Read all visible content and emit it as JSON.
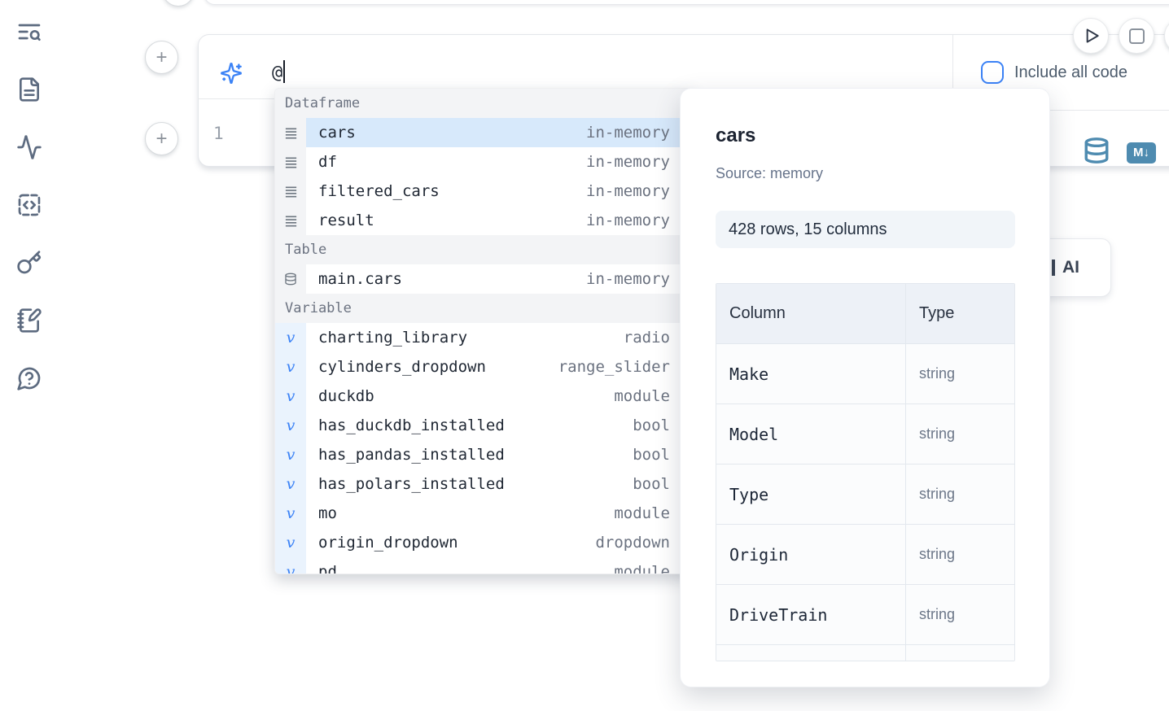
{
  "sidebar": {
    "icons": [
      "text-search-icon",
      "file-text-icon",
      "activity-icon",
      "code-square-icon",
      "key-icon",
      "notebook-pen-icon",
      "help-chat-icon"
    ]
  },
  "run_controls": {
    "icons": [
      "play-icon",
      "stop-icon"
    ]
  },
  "add_cell": {
    "plus_label": "+"
  },
  "ai_panel": {
    "prompt_value": "@",
    "include_all_code_label": "Include all code",
    "include_all_code_checked": false
  },
  "editor": {
    "line_number": "1"
  },
  "cell_actions": {
    "icons": [
      "database-icon",
      "markdown-icon"
    ],
    "markdown_badge": "M↓"
  },
  "ai_button": {
    "visible_label": "AI"
  },
  "completion_menu": {
    "sections": [
      {
        "label": "Dataframe",
        "icon": "dataframe-lines-icon",
        "items": [
          {
            "name": "cars",
            "detail": "in-memory",
            "selected": true
          },
          {
            "name": "df",
            "detail": "in-memory"
          },
          {
            "name": "filtered_cars",
            "detail": "in-memory"
          },
          {
            "name": "result",
            "detail": "in-memory"
          }
        ]
      },
      {
        "label": "Table",
        "icon": "database-icon",
        "items": [
          {
            "name": "main.cars",
            "detail": "in-memory"
          }
        ]
      },
      {
        "label": "Variable",
        "icon": "variable-icon",
        "items": [
          {
            "name": "charting_library",
            "detail": "radio"
          },
          {
            "name": "cylinders_dropdown",
            "detail": "range_slider"
          },
          {
            "name": "duckdb",
            "detail": "module"
          },
          {
            "name": "has_duckdb_installed",
            "detail": "bool"
          },
          {
            "name": "has_pandas_installed",
            "detail": "bool"
          },
          {
            "name": "has_polars_installed",
            "detail": "bool"
          },
          {
            "name": "mo",
            "detail": "module"
          },
          {
            "name": "origin_dropdown",
            "detail": "dropdown"
          },
          {
            "name": "pd",
            "detail": "module"
          }
        ]
      }
    ]
  },
  "preview_panel": {
    "title": "cars",
    "source_label": "Source: memory",
    "shape_badge": "428 rows, 15 columns",
    "table": {
      "col_header": "Column",
      "type_header": "Type",
      "rows": [
        {
          "column": "Make",
          "type": "string"
        },
        {
          "column": "Model",
          "type": "string"
        },
        {
          "column": "Type",
          "type": "string"
        },
        {
          "column": "Origin",
          "type": "string"
        },
        {
          "column": "DriveTrain",
          "type": "string"
        }
      ]
    }
  },
  "colors": {
    "accent": "#3b82f6",
    "steel_icon": "#4e8bb0",
    "selection_bg": "#d7e9fb"
  }
}
